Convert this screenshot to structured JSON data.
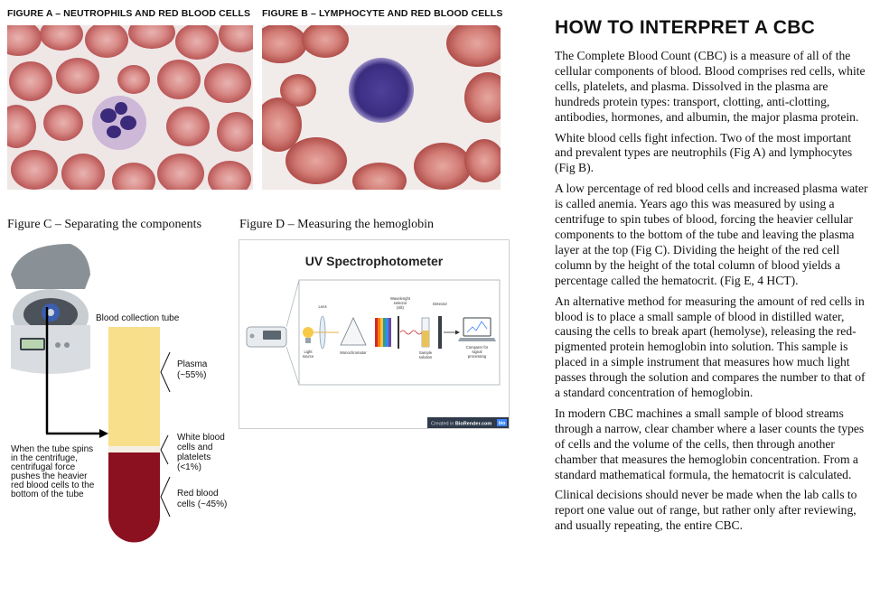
{
  "figures": {
    "a": {
      "caption": "Figure A – Neutrophils and red blood cells"
    },
    "b": {
      "caption": "Figure B – Lymphocyte and red blood cells"
    },
    "c": {
      "caption": "Figure C – Separating the components"
    },
    "d": {
      "caption": "Figure D – Measuring the hemoglobin"
    }
  },
  "tube": {
    "title": "Blood collection tube",
    "plasma": "Plasma",
    "plasma_pct": "(~55%)",
    "white_line1": "White blood",
    "white_line2": "cells and",
    "white_line3": "platelets",
    "white_pct": "(<1%)",
    "red_line1": "Red blood",
    "red_line2": "cells (~45%)",
    "note_lines": [
      "When the tube spins",
      "in the centrifuge,",
      "centrifugal force",
      "pushes the heavier",
      "red blood cells to the",
      "bottom of the tube"
    ]
  },
  "spectro": {
    "title": "UV Spectrophotometer",
    "lens": "Lens",
    "light_source_1": "Light",
    "light_source_2": "source",
    "monochromator": "Monochromator",
    "wavelength_1": "Wavelenght",
    "wavelength_2": "selector",
    "wavelength_3": "(slit)",
    "detector": "Detector",
    "sample_1": "Sample",
    "sample_2": "solution",
    "computer_1": "Computer for",
    "computer_2": "signal",
    "computer_3": "processing",
    "credit_prefix": "Created in ",
    "credit_brand": "BioRender.com",
    "credit_badge": "bio"
  },
  "article": {
    "heading": "HOW TO INTERPRET A CBC",
    "paragraphs": [
      "The Complete Blood Count (CBC) is a measure of all of the cellular components of blood. Blood comprises red cells, white cells, platelets, and plasma. Dissolved in the plasma are hundreds protein types: transport, clotting, anti-clotting, antibodies, hormones, and albumin, the major plasma protein.",
      "White blood cells fight infection. Two of the most important and prevalent types are neutrophils (Fig A) and lymphocytes (Fig B).",
      "A low percentage of red blood cells and increased plasma water is called anemia. Years ago this was measured by using a centrifuge to spin tubes of blood, forcing the heavier cellular components to the bottom of the tube and leaving the plasma layer at the top (Fig C). Dividing the height of the red cell column by the height of the total column of blood yields a percentage called the hematocrit. (Fig E, 4 HCT).",
      "An alternative method for measuring the amount of red cells in blood is to place a small sample of blood in distilled water, causing the cells to break apart (hemolyse), releasing the red-pigmented protein hemoglobin into solution. This sample is placed in a simple instrument that measures how much light passes through the solution and compares the number to that of a standard concentration of hemoglobin.",
      "In modern CBC machines a small sample of blood streams through a narrow, clear chamber where a laser counts the types of cells and the volume of the cells, then through another chamber that measures the hemoglobin concentration. From a standard mathematical formula, the hematocrit is calculated.",
      "Clinical decisions should never be made when the lab calls to report one value out of range, but rather only after reviewing, and usually repeating, the entire CBC."
    ]
  },
  "colors": {
    "plasma": "#f7df8b",
    "red_cells": "#8b1020",
    "rbc": "#c96a6a",
    "nucleus": "#4a2c8a"
  }
}
